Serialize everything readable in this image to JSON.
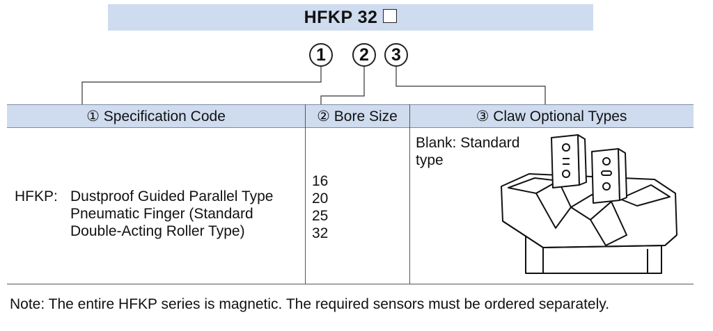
{
  "header": {
    "model": "HFKP 32",
    "box_icon": "empty-box"
  },
  "callouts": [
    "1",
    "2",
    "3"
  ],
  "table": {
    "columns": [
      "① Specification Code",
      "② Bore Size",
      "③ Claw Optional Types"
    ],
    "spec": {
      "code": "HFKP:",
      "lines": [
        "Dustproof Guided Parallel Type",
        "Pneumatic Finger (Standard",
        "Double-Acting Roller Type)"
      ]
    },
    "bores": [
      "16",
      "20",
      "25",
      "32"
    ],
    "claw": {
      "label_line1": "Blank: Standard",
      "label_line2": "type",
      "illustration_icon": "gripper-illustration"
    }
  },
  "note": "Note: The entire HFKP series is magnetic. The required sensors must be ordered separately."
}
